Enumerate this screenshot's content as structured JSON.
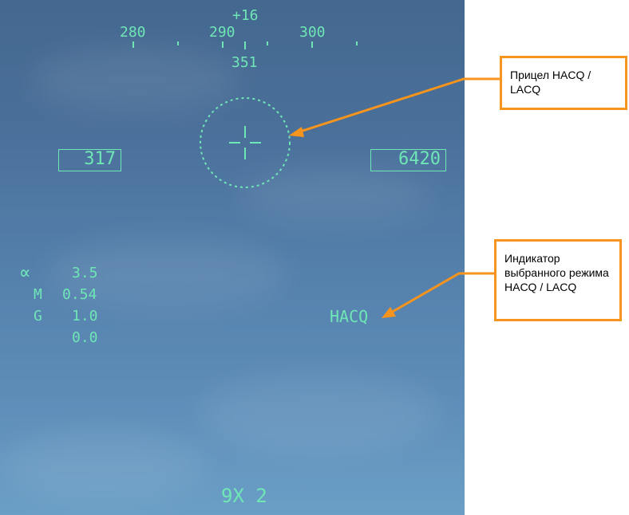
{
  "hud": {
    "pitch_top": "+16",
    "heading_scale": [
      "280",
      "290",
      "300"
    ],
    "heading_current": "351",
    "speed_box": "317",
    "altitude_box": "6420",
    "alpha_symbol": "∝",
    "alpha_value": "3.5",
    "mach_label": "M",
    "mach_value": "0.54",
    "g_label": "G",
    "g_value": "1.0",
    "extra_value": "0.0",
    "mode_indicator": "HACQ",
    "bottom_text": "9X 2"
  },
  "callouts": {
    "reticle_label": "Прицел HACQ / LACQ",
    "mode_label": "Индикатор выбранного режима HACQ / LACQ"
  },
  "colors": {
    "hud_symbology": "#6fe6b5",
    "callout_accent": "#f7941d"
  }
}
